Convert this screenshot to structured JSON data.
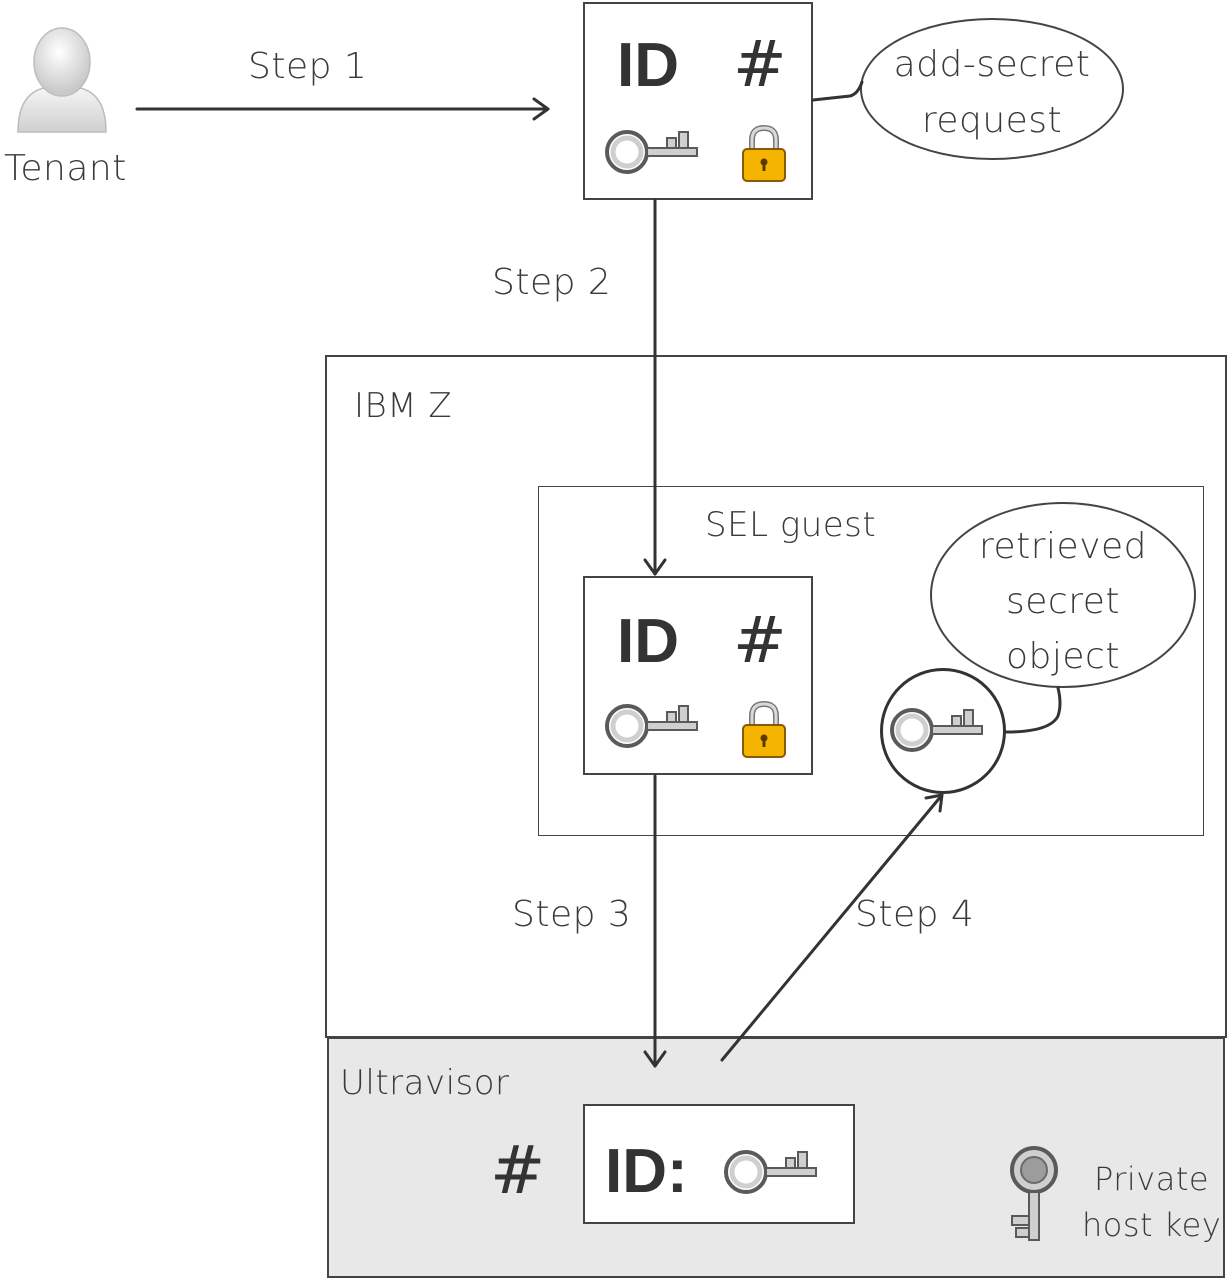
{
  "tenant": {
    "label": "Tenant"
  },
  "steps": {
    "step1": "Step 1",
    "step2": "Step 2",
    "step3": "Step 3",
    "step4": "Step 4"
  },
  "request_box": {
    "id": "ID",
    "hash": "#"
  },
  "bubble_request": {
    "line1": "add-secret",
    "line2": "request"
  },
  "ibmz": {
    "label": "IBM Z"
  },
  "sel_guest": {
    "label": "SEL guest"
  },
  "guest_box": {
    "id": "ID",
    "hash": "#"
  },
  "bubble_retrieved": {
    "line1": "retrieved",
    "line2": "secret",
    "line3": "object"
  },
  "ultravisor": {
    "label": "Ultravisor",
    "hash": "#",
    "id": "ID:"
  },
  "host_key": {
    "line1": "Private",
    "line2": "host key"
  },
  "colors": {
    "ultravisor_bg": "#e8e8e8",
    "lock": "#f5b400",
    "key": "#cfcfcf"
  }
}
